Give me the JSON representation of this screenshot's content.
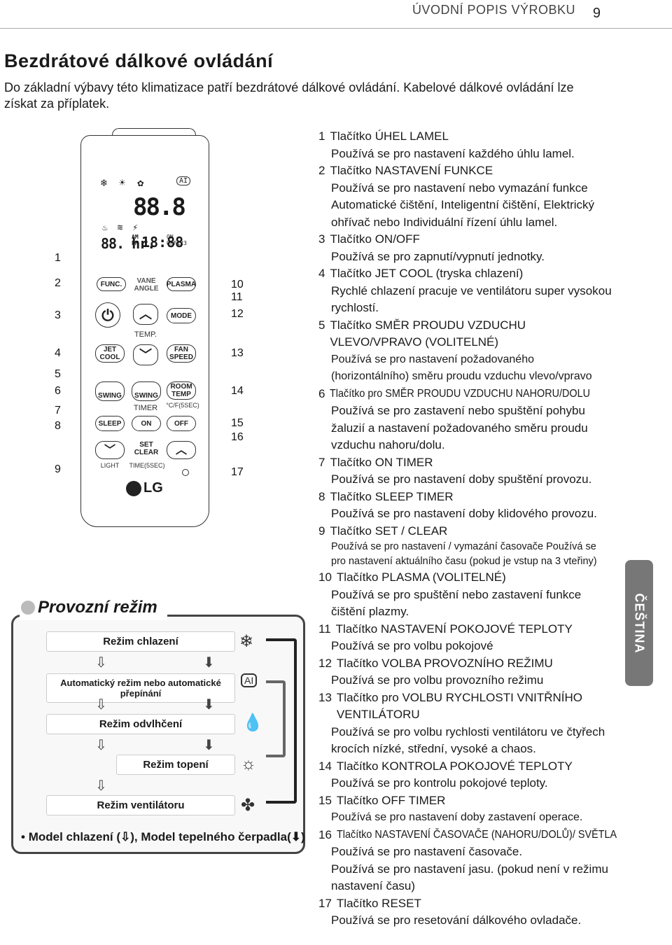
{
  "header": {
    "section": "ÚVODNÍ POPIS VÝROBKU",
    "page": "9"
  },
  "title": "Bezdrátové dálkové ovládání",
  "intro": "Do základní výbavy této klimatizace patří bezdrátové dálkové ovládání. Kabelové dálkové ovládání lze získat za příplatek.",
  "remote": {
    "lcd_digits": "88.8",
    "lcd_timer": "88. hr.",
    "lcd_clock": "18:88",
    "lcd_am": "AM",
    "lcd_pm": "PM",
    "lcd_on": "ON",
    "lcd_off": "OFF123",
    "lcd_ai": "AI",
    "buttons": {
      "func": "FUNC.",
      "vane": "VANE ANGLE",
      "plasma": "PLASMA",
      "mode": "MODE",
      "temp": "TEMP.",
      "jet": "JET COOL",
      "fan": "FAN SPEED",
      "swing_left": "SWING",
      "swing_right": "SWING",
      "room": "ROOM TEMP",
      "timer": "TIMER",
      "unit": "°C/F(5SEC)",
      "sleep": "SLEEP",
      "on": "ON",
      "off": "OFF",
      "set": "SET CLEAR",
      "light": "LIGHT",
      "time_sec": "TIME(5SEC)",
      "logo": "LG"
    },
    "callouts_left": [
      "1",
      "2",
      "3",
      "4",
      "5",
      "6",
      "7",
      "8",
      "9"
    ],
    "callouts_right": [
      "10",
      "11",
      "12",
      "13",
      "14",
      "15",
      "16",
      "17"
    ]
  },
  "modes": {
    "title": "Provozní režim",
    "cooling": "Režim chlazení",
    "auto": "Automatický režim nebo automatické přepínání",
    "dehumid": "Režim odvlhčení",
    "heating": "Režim topení",
    "fan": "Režim ventilátoru",
    "footer": "Model chlazení (⇩), Model tepelného čerpadla(⬇)",
    "icon_cool": "snowflake-icon",
    "icon_auto": "ai-icon",
    "icon_dehumid": "droplet-icon",
    "icon_heat": "sun-icon",
    "icon_fan": "fan-icon"
  },
  "items": [
    {
      "num": "1",
      "title": "Tlačítko ÚHEL LAMEL",
      "desc": "Používá se pro nastavení každého úhlu lamel."
    },
    {
      "num": "2",
      "title": "Tlačítko NASTAVENÍ FUNKCE",
      "desc": "Používá se pro nastavení nebo vymazání funkce Automatické čištění, Inteligentní čištění, Elektrický ohřívač nebo Individuální řízení úhlu lamel."
    },
    {
      "num": "3",
      "title": "Tlačítko ON/OFF",
      "desc": "Používá se pro zapnutí/vypnutí jednotky."
    },
    {
      "num": "4",
      "title": "Tlačítko JET COOL (tryska chlazení)",
      "desc": "Rychlé chlazení pracuje ve ventilátoru super vysokou rychlostí."
    },
    {
      "num": "5",
      "title": "Tlačítko SMĚR PROUDU VZDUCHU VLEVO/VPRAVO (VOLITELNÉ)",
      "desc": "Používá se pro nastavení požadovaného (horizontálního) směru proudu vzduchu vlevo/vpravo"
    },
    {
      "num": "6",
      "title": "Tlačítko pro SMĚR PROUDU VZDUCHU NAHORU/DOLU",
      "desc": "Používá se pro zastavení nebo spuštění pohybu žaluzií a nastavení požadovaného směru proudu vzduchu nahoru/dolu."
    },
    {
      "num": "7",
      "title": "Tlačítko ON TIMER",
      "desc": "Používá se pro nastavení doby spuštění provozu."
    },
    {
      "num": "8",
      "title": "Tlačítko SLEEP TIMER",
      "desc": "Používá se pro nastavení doby klidového provozu."
    },
    {
      "num": "9",
      "title": "Tlačítko SET / CLEAR",
      "desc": "Používá se pro nastavení / vymazání časovače Používá se pro nastavení aktuálního času (pokud je vstup na 3 vteřiny)"
    },
    {
      "num": "10",
      "title": "Tlačítko PLASMA (VOLITELNÉ)",
      "desc": "Používá se pro spuštění nebo zastavení funkce čištění plazmy."
    },
    {
      "num": "11",
      "title": "Tlačítko NASTAVENÍ POKOJOVÉ TEPLOTY",
      "desc": "Používá se pro volbu pokojové"
    },
    {
      "num": "12",
      "title": "Tlačítko VOLBA PROVOZNÍHO REŽIMU",
      "desc": "Používá se pro volbu provozního režimu"
    },
    {
      "num": "13",
      "title": "Tlačítko pro VOLBU RYCHLOSTI VNITŘNÍHO VENTILÁTORU",
      "desc": "Používá se pro volbu rychlosti ventilátoru ve čtyřech krocích nízké, střední, vysoké a chaos."
    },
    {
      "num": "14",
      "title": "Tlačítko KONTROLA POKOJOVÉ TEPLOTY",
      "desc": "Používá se pro kontrolu pokojové teploty."
    },
    {
      "num": "15",
      "title": "Tlačítko OFF TIMER",
      "desc": "Používá se pro nastavení doby zastavení operace."
    },
    {
      "num": "16",
      "title": "Tlačítko NASTAVENÍ ČASOVAČE (NAHORU/DOLŮ)/ SVĚTLA",
      "desc": "Používá se pro nastavení časovače.",
      "desc2": "Používá se pro nastavení jasu. (pokud není v režimu nastavení času)"
    },
    {
      "num": "17",
      "title": "Tlačítko RESET",
      "desc": "Používá se pro resetování dálkového ovladače."
    }
  ],
  "side_tab": "ČEŠTINA"
}
